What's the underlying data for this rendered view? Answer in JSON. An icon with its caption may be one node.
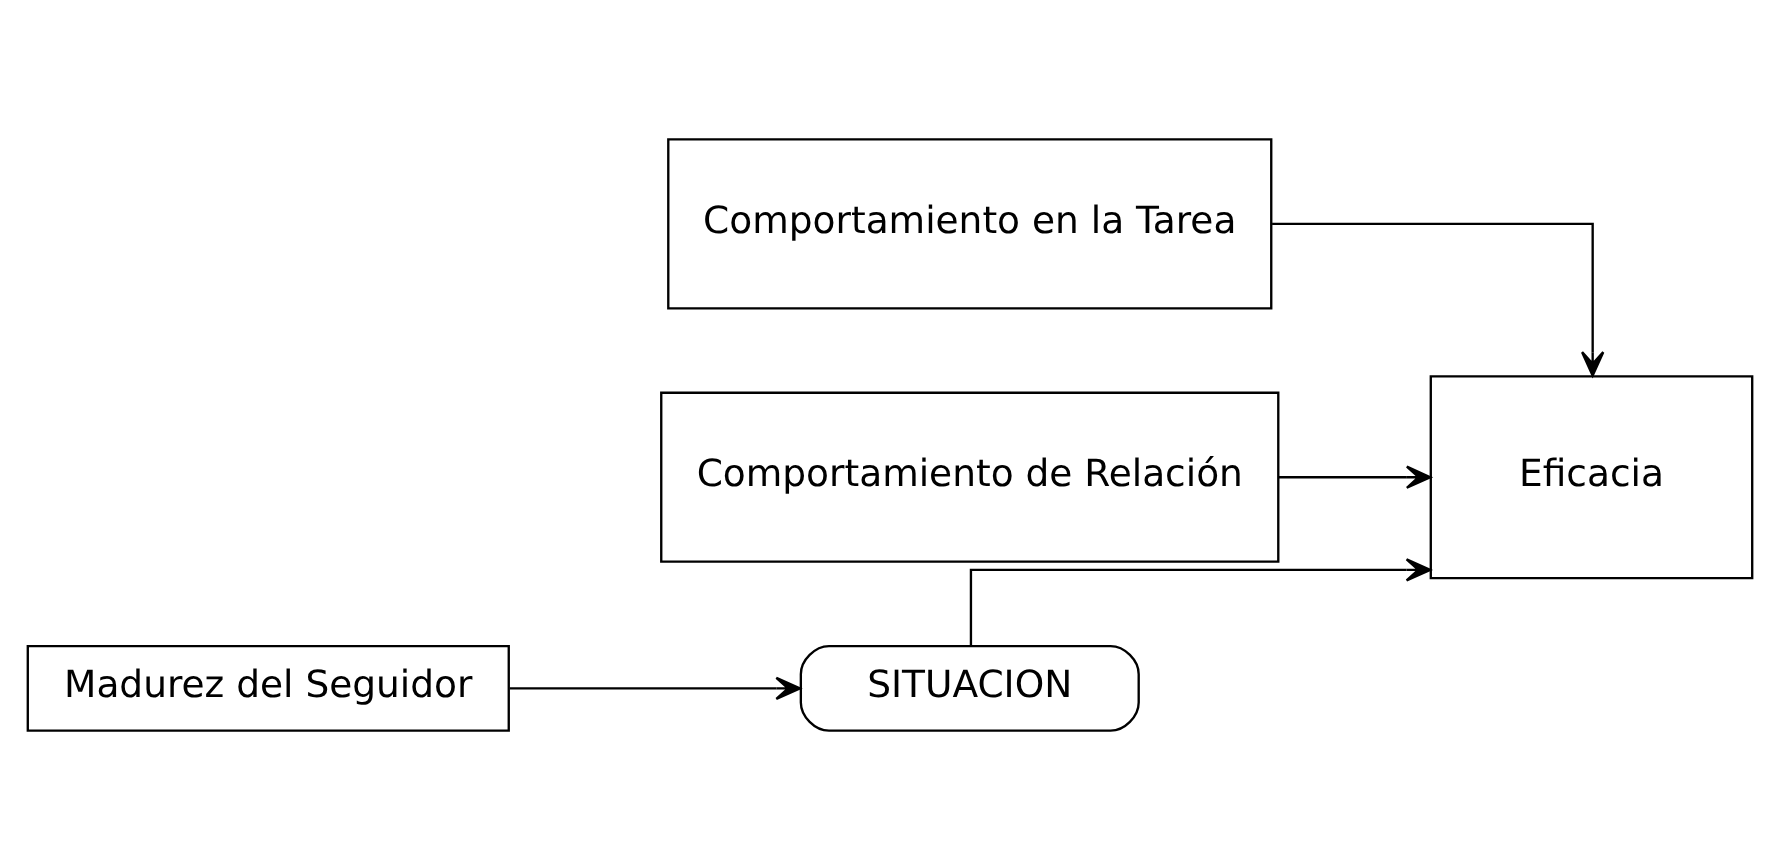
{
  "diagram": {
    "nodes": [
      {
        "text": [
          "SITUACION"
        ]
      },
      {
        "text": [
          "Madurez del Seguidor"
        ]
      },
      {
        "text": [
          "Comportamiento en la Tarea"
        ]
      },
      {
        "text": [
          "Comportamiento de Relación"
        ]
      },
      {
        "text": [
          "Eficacia"
        ]
      }
    ],
    "edges": [
      {
        "from": 1,
        "to": 0,
        "arrow": "to"
      },
      {
        "from": 0,
        "to": 4,
        "arrow": "to"
      },
      {
        "from": 2,
        "to": 4,
        "arrow": "to"
      },
      {
        "from": 3,
        "to": 4,
        "arrow": "to"
      }
    ]
  }
}
